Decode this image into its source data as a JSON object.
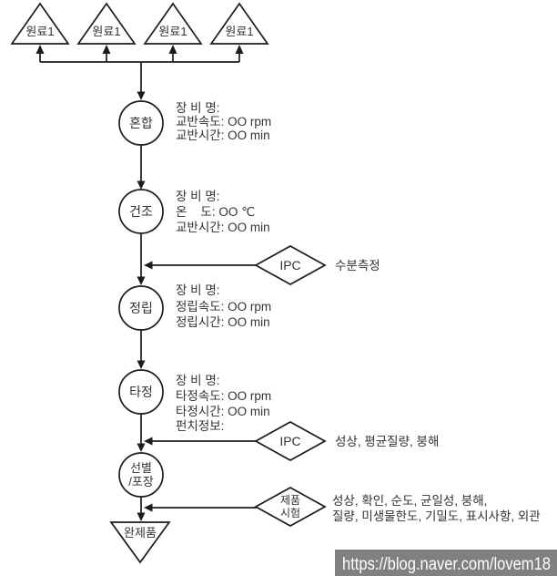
{
  "colors": {
    "line": "#1c1c1c",
    "text": "#333333",
    "watermark_bg": "#808080",
    "watermark_fg": "#ffffff"
  },
  "raw_materials": {
    "labels": [
      "원료1",
      "원료1",
      "원료1",
      "원료1"
    ]
  },
  "steps": [
    {
      "name": "혼합",
      "details": [
        "장 비 명:",
        "교반속도: OO rpm",
        "교반시간: OO min"
      ]
    },
    {
      "name": "건조",
      "details": [
        "장 비 명:",
        "온    도: OO ℃",
        "교반시간: OO min"
      ]
    },
    {
      "name": "정립",
      "details": [
        "장 비 명:",
        "정립속도: OO rpm",
        "정립시간: OO min"
      ]
    },
    {
      "name": "타정",
      "details": [
        "장 비 명:",
        "타정속도: OO rpm",
        "타정시간: OO min",
        "펀치정보:"
      ]
    },
    {
      "name_line1": "선별",
      "name_line2": "/포장"
    }
  ],
  "ipc": [
    {
      "label": "IPC",
      "note": "수분측정"
    },
    {
      "label": "IPC",
      "note": "성상, 평균질량, 붕해"
    }
  ],
  "product_test": {
    "label_line1": "제품",
    "label_line2": "시험",
    "notes": [
      "성상, 확인, 순도, 균일성, 붕해,",
      "질량, 미생물한도, 기밀도, 표시사항, 외관"
    ]
  },
  "final_product": {
    "label": "완제품"
  },
  "watermark": {
    "url": "https://blog.naver.com/lovem18"
  }
}
